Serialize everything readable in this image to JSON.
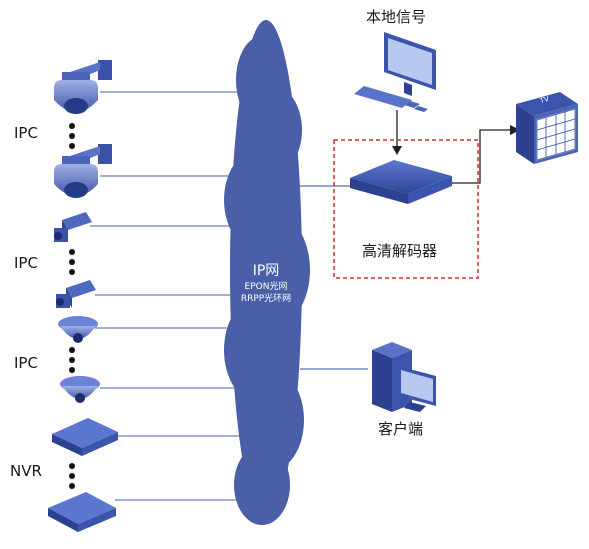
{
  "network": {
    "title": "IP网",
    "line1": "EPON光网",
    "line2": "RRPP光环网"
  },
  "left_labels": {
    "ipc_1": "IPC",
    "ipc_2": "IPC",
    "ipc_3": "IPC",
    "nvr": "NVR"
  },
  "right_labels": {
    "local_signal": "本地信号",
    "decoder": "高清解码器",
    "client": "客户端",
    "tv": "TV"
  },
  "colors": {
    "cloud": "#4a5fa8",
    "device": "#3f5bb5",
    "device_dark": "#2c4190",
    "line": "#5a6fae",
    "dashed_box": "#d22b2b"
  }
}
